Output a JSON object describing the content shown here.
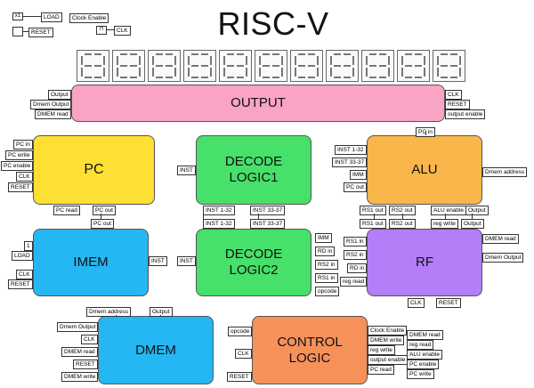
{
  "title": "RISC-V",
  "controls": {
    "input_label": "x1",
    "load_label": "LOAD",
    "reset_label": "RESET",
    "clock_enable_label": "Clock Enable",
    "clk_label": "CLK"
  },
  "output_block": {
    "name": "OUTPUT",
    "left_ports": [
      "Output",
      "Dmem Output",
      "DMEM read"
    ],
    "right_ports": [
      "CLK",
      "RESET",
      "output enable"
    ]
  },
  "pc": {
    "name": "PC",
    "left_ports": [
      "PC in",
      "PC write",
      "PC enable",
      "CLK",
      "RESET"
    ],
    "bottom_ports": [
      "PC read",
      "PC out"
    ]
  },
  "decode1": {
    "name_line1": "DECODE",
    "name_line2": "LOGIC1",
    "left_ports": [
      "INST"
    ],
    "bottom_ports": [
      "INST 1-32",
      "INST 33-37"
    ]
  },
  "alu": {
    "name": "ALU",
    "top_ports": [
      "PC in"
    ],
    "left_ports": [
      "INST 1-32",
      "INST 33-37",
      "IMM",
      "PC out"
    ],
    "right_ports": [
      "Dmem address"
    ],
    "bottom_ports": [
      "RS1 out",
      "RS2 out",
      "ALU enable",
      "Output"
    ]
  },
  "imem": {
    "name": "IMEM",
    "top_ports": [
      "PC out"
    ],
    "left_ports": [
      "1",
      "LOAD",
      "CLK",
      "RESET"
    ],
    "right_ports": [
      "INST"
    ]
  },
  "decode2": {
    "name_line1": "DECODE",
    "name_line2": "LOGIC2",
    "top_ports": [
      "INST 1-32",
      "INST 33-37"
    ],
    "left_ports": [
      "INST"
    ],
    "right_ports": [
      "IMM",
      "RD in",
      "RS2 in",
      "RS1 in",
      "opcode"
    ]
  },
  "rf": {
    "name": "RF",
    "top_ports": [
      "RS1 out",
      "RS2 out",
      "reg write",
      "Output"
    ],
    "left_ports": [
      "RS1 in",
      "RS2 in",
      "RD in",
      "reg read"
    ],
    "right_ports": [
      "DMEM read",
      "Dmem Output"
    ],
    "bottom_ports": [
      "CLK",
      "RESET"
    ]
  },
  "dmem": {
    "name": "DMEM",
    "top_ports": [
      "Dmem address",
      "Output"
    ],
    "left_ports": [
      "Dmem Output",
      "CLK",
      "DMEM read",
      "RESET",
      "DMEM write"
    ]
  },
  "control": {
    "name_line1": "CONTROL",
    "name_line2": "LOGIC",
    "left_ports": [
      "opcode",
      "CLK",
      "RESET"
    ],
    "right_ports": [
      "Clock Enable",
      "DMEM write",
      "reg write",
      "output enable",
      "PC read"
    ],
    "right_outputs": [
      "DMEM read",
      "reg read",
      "ALU enable",
      "PC enable",
      "PC write"
    ]
  },
  "colors": {
    "output": "#f9a3c5",
    "pc": "#fde033",
    "decode": "#46e06a",
    "alu": "#f9b64a",
    "imem": "#25b7f3",
    "rf": "#b37ef8",
    "dmem": "#25b7f3",
    "control": "#f6915a"
  },
  "display_digits": 11
}
